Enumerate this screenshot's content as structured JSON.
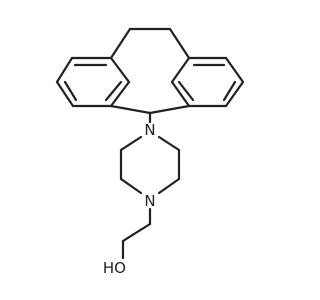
{
  "molecule": {
    "atoms": {
      "n_top": "N",
      "n_bottom": "N",
      "oh": "HO"
    },
    "colors": {
      "bond": "#222222",
      "label": "#222222",
      "background": "#ffffff"
    }
  }
}
